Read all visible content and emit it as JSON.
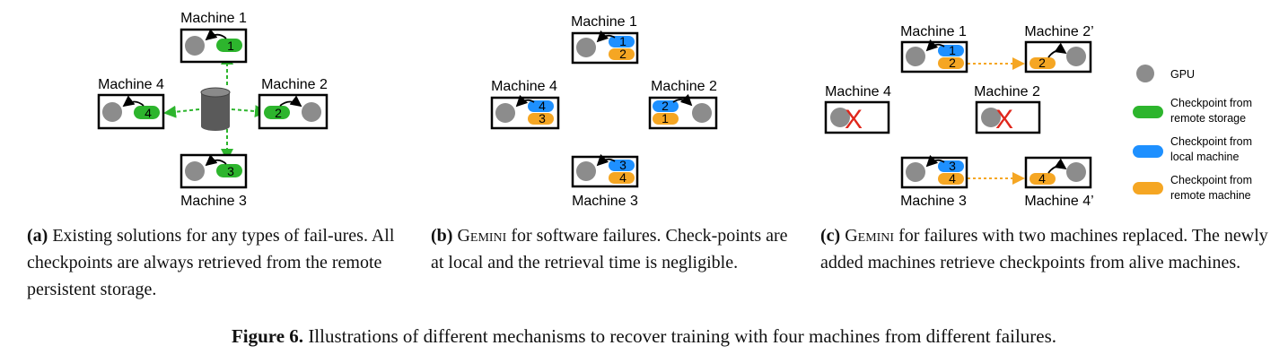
{
  "panel_a": {
    "machines": {
      "m1": "Machine 1",
      "m2": "Machine 2",
      "m3": "Machine 3",
      "m4": "Machine 4"
    },
    "pills": [
      "1",
      "2",
      "3",
      "4"
    ],
    "caption": {
      "tag": "(a)",
      "text": " Existing solutions for any types of fail-ures. All checkpoints are always retrieved from the remote persistent storage."
    }
  },
  "panel_b": {
    "machines": {
      "m1": "Machine 1",
      "m2": "Machine 2",
      "m3": "Machine 3",
      "m4": "Machine 4"
    },
    "pills": {
      "m1_top": "1",
      "m1_bot": "2",
      "m2_top": "2",
      "m2_bot": "1",
      "m3_top": "3",
      "m3_bot": "4",
      "m4_top": "4",
      "m4_bot": "3"
    },
    "caption": {
      "tag": "(b)",
      "name": "Gemini",
      "text": " for software failures. Check-points are at local and the retrieval time is negligible."
    }
  },
  "panel_c": {
    "machines": {
      "m1": "Machine 1",
      "m2p": "Machine 2’",
      "m4": "Machine 4",
      "m2": "Machine 2",
      "m3": "Machine 3",
      "m4p": "Machine 4’"
    },
    "pills": {
      "m1_top": "1",
      "m1_bot": "2",
      "m2p": "2",
      "m3_top": "3",
      "m3_bot": "4",
      "m4p": "4"
    },
    "failed_mark": "X",
    "caption": {
      "tag": "(c)",
      "name": "Gemini",
      "text": " for failures with two machines replaced. The newly added machines retrieve checkpoints from alive machines."
    }
  },
  "legend": {
    "gpu": "GPU",
    "remote_storage": [
      "Checkpoint from",
      "remote storage"
    ],
    "local_machine": [
      "Checkpoint from",
      "local machine"
    ],
    "remote_machine": [
      "Checkpoint from",
      "remote machine"
    ]
  },
  "colors": {
    "green": "#2db52d",
    "blue": "#1e90ff",
    "orange": "#f5a623",
    "gpu": "#8c8c8c",
    "red": "#e0261b",
    "storage": "#5a5a5a"
  },
  "figure_caption": {
    "label": "Figure 6.",
    "text": " Illustrations of different mechanisms to recover training with four machines from different failures."
  }
}
